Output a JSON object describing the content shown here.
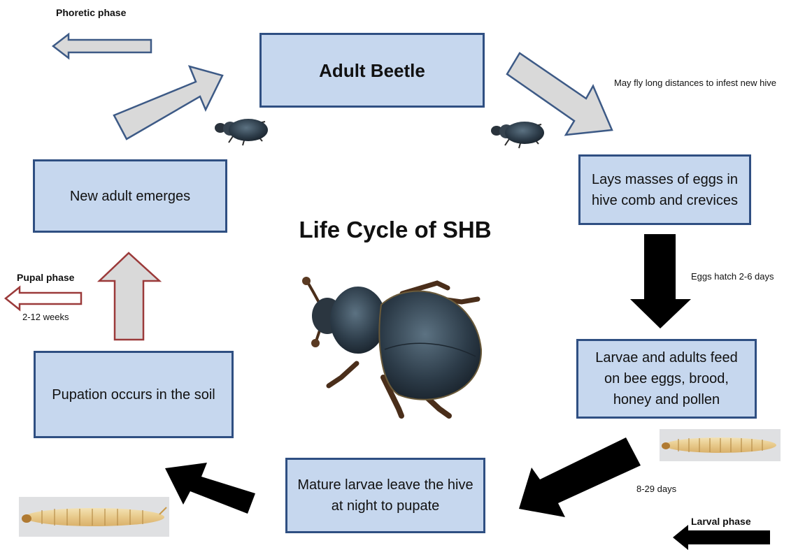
{
  "diagram": {
    "title": "Life Cycle of SHB",
    "stages": {
      "adult_beetle": "Adult Beetle",
      "lays_eggs": "Lays masses of eggs in hive comb and crevices",
      "larvae_feed": "Larvae and adults feed on bee eggs, brood, honey and pollen",
      "mature_larvae": "Mature larvae leave the hive at night to pupate",
      "pupation": "Pupation occurs in the soil",
      "new_adult": "New adult emerges"
    },
    "notes": {
      "phoretic_phase": "Phoretic phase",
      "fly_long": "May fly long distances to infest new hive",
      "eggs_hatch": "Eggs hatch 2-6 days",
      "larval_days": "8-29 days",
      "larval_phase": "Larval phase",
      "pupal_phase": "Pupal phase",
      "pupal_weeks": "2-12 weeks"
    },
    "colors": {
      "box_fill": "#c6d7ee",
      "box_border": "#2f4f82",
      "grey_arrow": "#d9d9d9",
      "grey_arrow_border": "#3d5a86",
      "pupal_arrow_border": "#9b3a3a",
      "black_arrow": "#000000"
    }
  }
}
